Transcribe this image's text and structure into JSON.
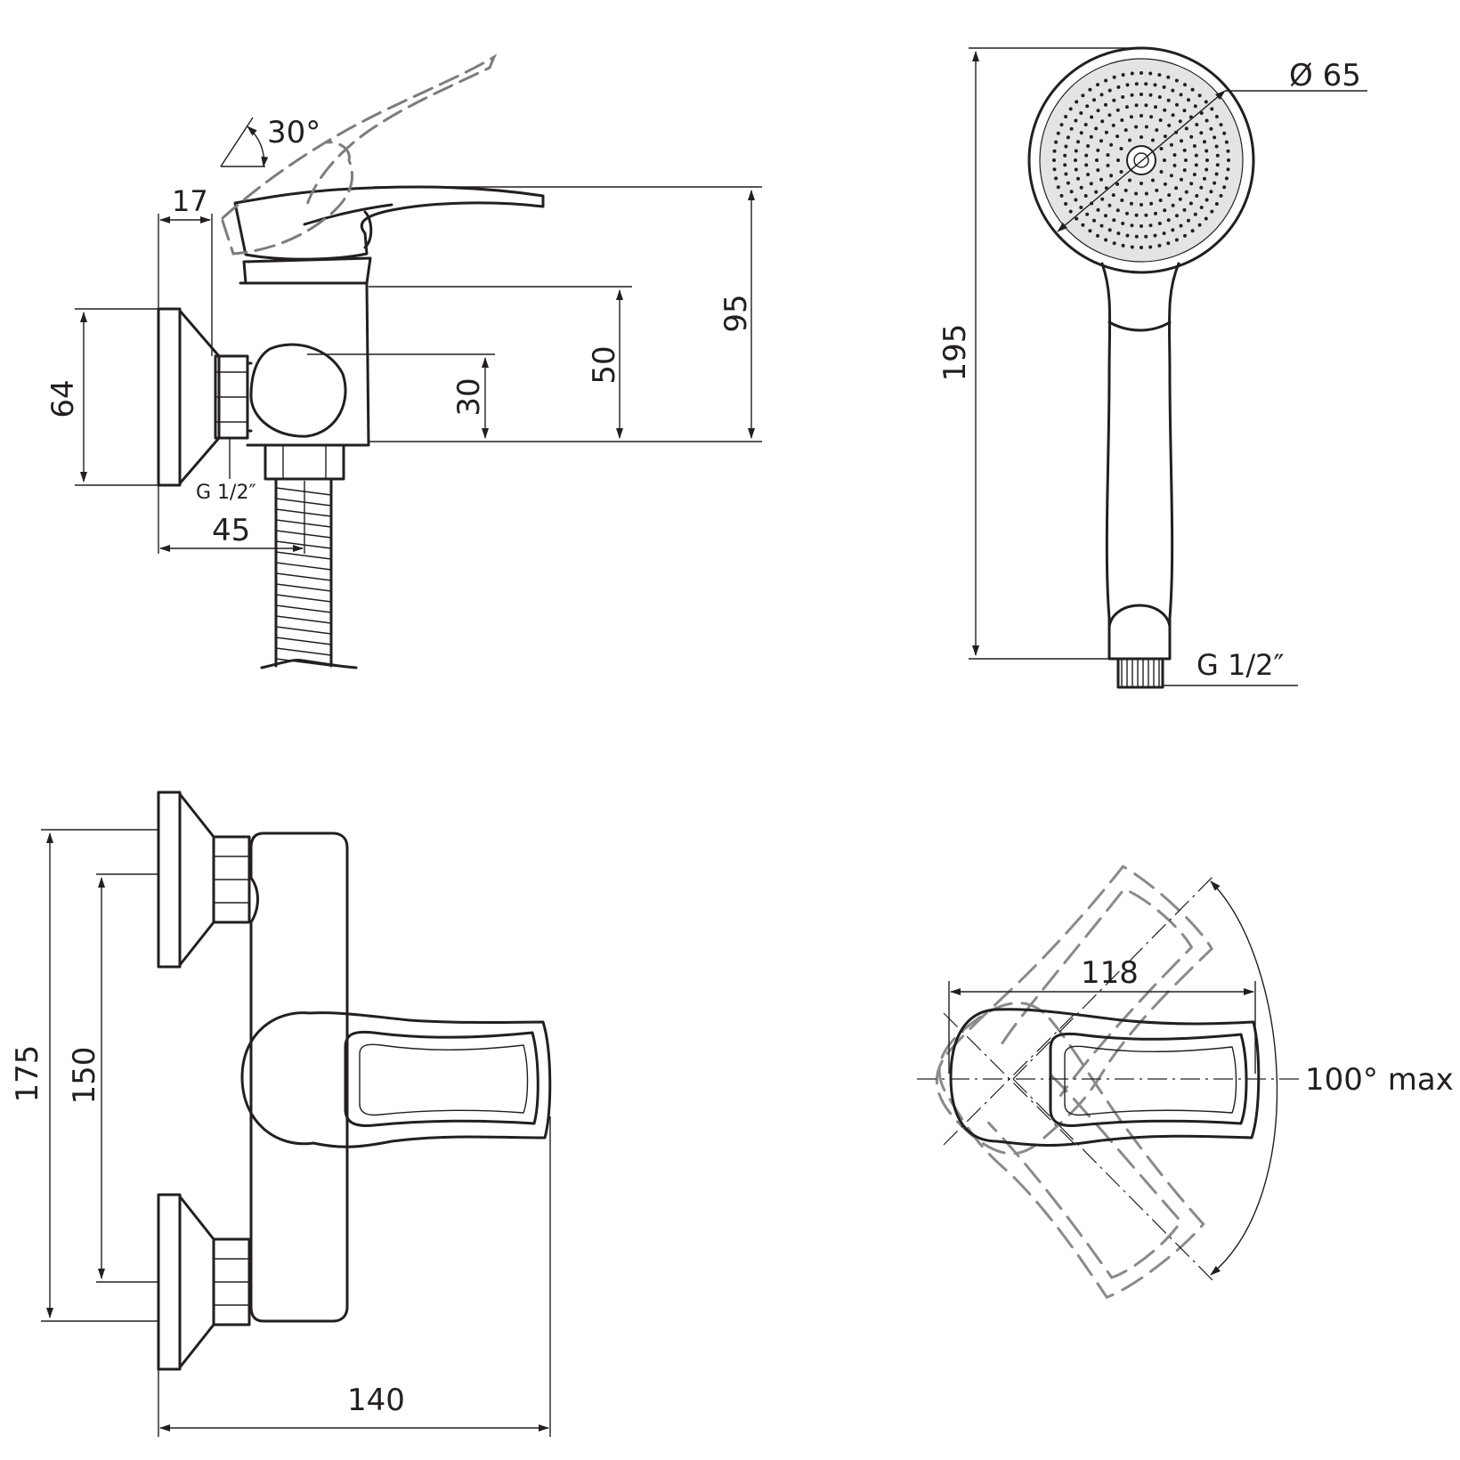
{
  "side_view": {
    "angle_label": "30°",
    "dim_17": "17",
    "dim_95": "95",
    "dim_50": "50",
    "dim_30": "30",
    "dim_64": "64",
    "thread_label": "G 1/2″",
    "dim_45": "45"
  },
  "shower_head": {
    "diameter_label": "Ø 65",
    "dim_195": "195",
    "thread_label": "G 1/2″"
  },
  "front_view": {
    "dim_175": "175",
    "dim_150": "150",
    "dim_140": "140"
  },
  "top_view": {
    "dim_118": "118",
    "rotation_label": "100° max"
  }
}
